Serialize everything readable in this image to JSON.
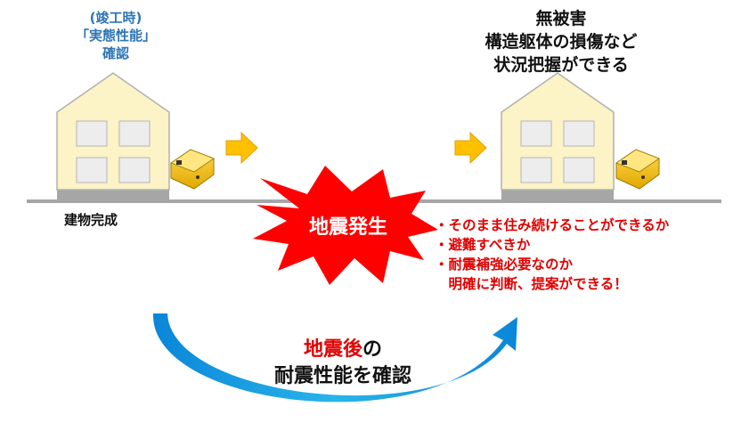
{
  "left": {
    "lines": [
      "(竣工時)",
      "「実態性能」",
      "確認"
    ],
    "caption": "建物完成"
  },
  "right": {
    "lines": [
      "無被害",
      "構造躯体の損傷など",
      "状況把握ができる"
    ]
  },
  "burst": {
    "label": "地震発生"
  },
  "bullets": [
    "・そのまま住み続けることができるか",
    "・避難すべきか",
    "・耐震補強必要なのか",
    "　明確に判断、提案ができる！"
  ],
  "bottom": {
    "line1_red": "地震後",
    "line1_black": "の",
    "line2": "耐震性能を確認"
  },
  "colors": {
    "house_wall": "#fcf3c6",
    "house_outline": "#a6a6a6",
    "ground": "#a6a6a6",
    "burst_fill": "#ff0000",
    "arrow_orange": "#ffc000",
    "curve_arrow": "#1fa0e0",
    "blue_text": "#2e74b5",
    "red_text": "#e10000"
  }
}
